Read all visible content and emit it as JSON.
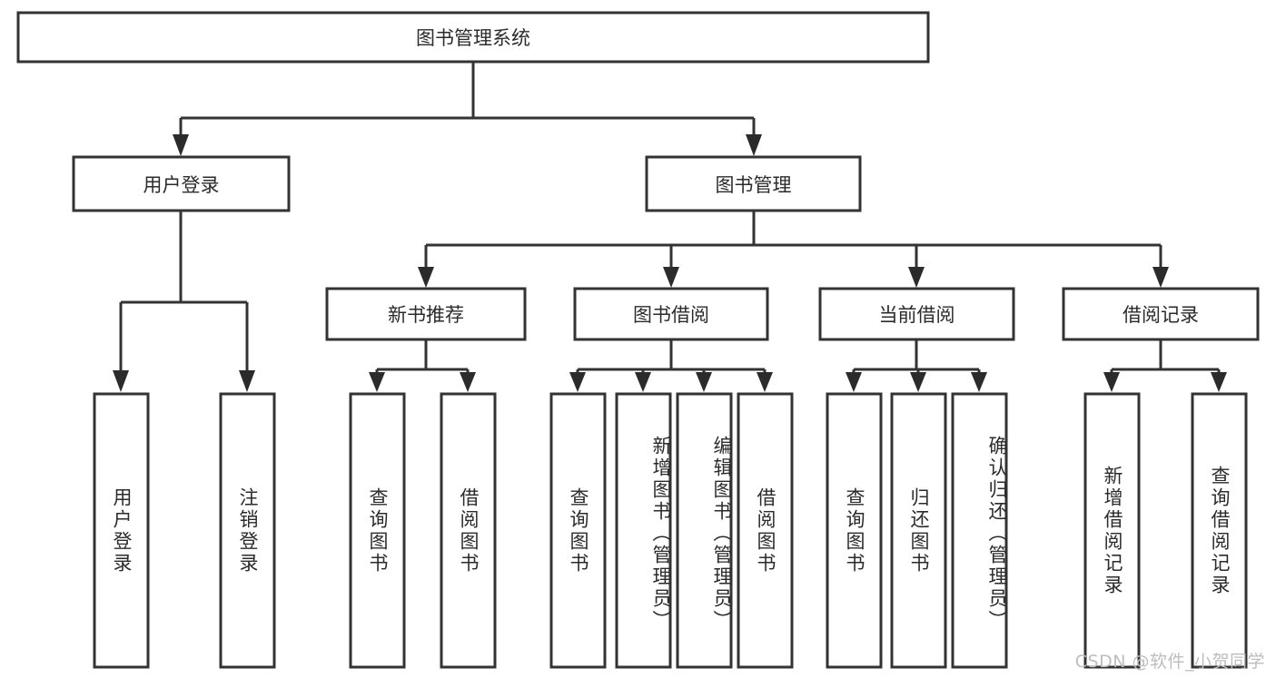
{
  "diagram": {
    "title": "图书管理系统",
    "watermark": "CSDN @软件_小贺同学",
    "colors": {
      "box_stroke": "#333333",
      "box_fill": "#ffffff",
      "text": "#2b2b2b",
      "watermark": "#bdbdbd",
      "background": "#ffffff"
    },
    "root": {
      "label": "图书管理系统"
    },
    "level2": [
      {
        "label": "用户登录"
      },
      {
        "label": "图书管理"
      }
    ],
    "level3": [
      {
        "label": "新书推荐"
      },
      {
        "label": "图书借阅"
      },
      {
        "label": "当前借阅"
      },
      {
        "label": "借阅记录"
      }
    ],
    "leaves": {
      "user_login": [
        {
          "label": "用户登录"
        },
        {
          "label": "注销登录"
        }
      ],
      "new_book_recommend": [
        {
          "label": "查询图书"
        },
        {
          "label": "借阅图书"
        }
      ],
      "book_borrow": [
        {
          "label": "查询图书"
        },
        {
          "label": "新增图书（管理员）"
        },
        {
          "label": "编辑图书（管理员）"
        },
        {
          "label": "借阅图书"
        }
      ],
      "current_borrow": [
        {
          "label": "查询图书"
        },
        {
          "label": "归还图书"
        },
        {
          "label": "确认归还（管理员）"
        }
      ],
      "borrow_record": [
        {
          "label": "新增借阅记录"
        },
        {
          "label": "查询借阅记录"
        }
      ]
    }
  }
}
